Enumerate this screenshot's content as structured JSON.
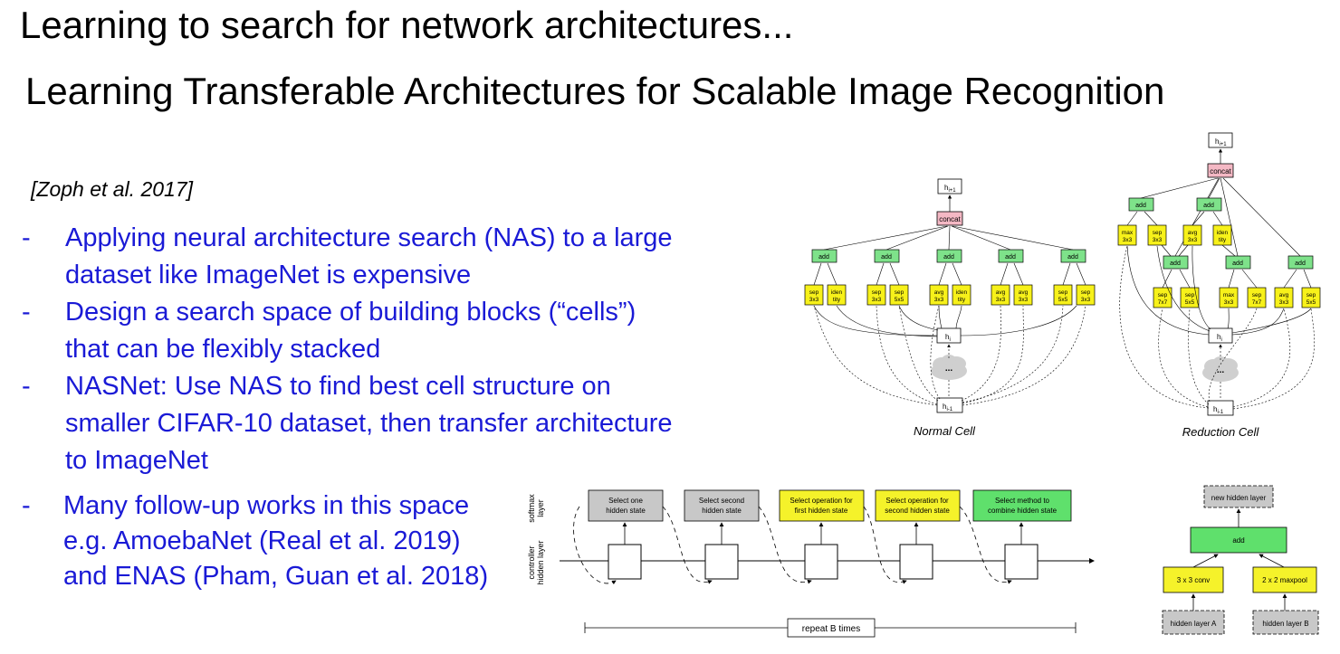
{
  "slide": {
    "title": "Learning to search for network architectures...",
    "paper_title": "Learning Transferable Architectures for Scalable Image Recognition",
    "citation": "[Zoph et al. 2017]",
    "bullets": [
      {
        "dash": "-",
        "text": "Applying neural architecture search (NAS) to a large dataset like ImageNet is expensive"
      },
      {
        "dash": "-",
        "text": "Design a search space of building blocks (“cells”) that can be flexibly stacked"
      },
      {
        "dash": "-",
        "text": "NASNet: Use NAS to find best cell structure on smaller CIFAR-10 dataset, then transfer architecture to ImageNet"
      },
      {
        "dash": "-",
        "text": "Many follow-up works in this space e.g. AmoebaNet (Real et al. 2019) and ENAS (Pham, Guan et al. 2018)"
      }
    ]
  },
  "normal_cell": {
    "caption": "Normal Cell",
    "output": "h",
    "output_sub": "i+1",
    "concat": "concat",
    "add": "add",
    "ops": [
      [
        "sep",
        "3x3"
      ],
      [
        "iden",
        "tity"
      ],
      [
        "sep",
        "3x3"
      ],
      [
        "sep",
        "5x5"
      ],
      [
        "avg",
        "3x3"
      ],
      [
        "iden",
        "tity"
      ],
      [
        "avg",
        "3x3"
      ],
      [
        "avg",
        "3x3"
      ],
      [
        "sep",
        "5x5"
      ],
      [
        "sep",
        "3x3"
      ]
    ],
    "hi": "h",
    "hi_sub": "i",
    "hprev": "h",
    "hprev_sub": "i-1",
    "ellipsis": "..."
  },
  "reduction_cell": {
    "caption": "Reduction Cell",
    "output": "h",
    "output_sub": "i+1",
    "concat": "concat",
    "add": "add",
    "top_ops": [
      [
        "max",
        "3x3"
      ],
      [
        "sep",
        "3x3"
      ],
      [
        "avg",
        "3x3"
      ],
      [
        "iden",
        "tity"
      ]
    ],
    "bottom_ops": [
      [
        "sep",
        "7x7"
      ],
      [
        "sep",
        "5x5"
      ],
      [
        "max",
        "3x3"
      ],
      [
        "sep",
        "7x7"
      ],
      [
        "avg",
        "3x3"
      ],
      [
        "sep",
        "5x5"
      ]
    ],
    "hi": "h",
    "hi_sub": "i",
    "hprev": "h",
    "hprev_sub": "i-1",
    "ellipsis": "..."
  },
  "controller": {
    "softmax_label": [
      "softmax",
      "layer"
    ],
    "hidden_label": [
      "controller",
      "hidden layer"
    ],
    "steps": [
      {
        "lines": [
          "Select one",
          "hidden state"
        ],
        "color": "#c8c8c8"
      },
      {
        "lines": [
          "Select second",
          "hidden state"
        ],
        "color": "#c8c8c8"
      },
      {
        "lines": [
          "Select operation for",
          "first hidden state"
        ],
        "color": "#f5f22a"
      },
      {
        "lines": [
          "Select operation for",
          "second hidden state"
        ],
        "color": "#f5f22a"
      },
      {
        "lines": [
          "Select method to",
          "combine hidden state"
        ],
        "color": "#5fe06c"
      }
    ],
    "repeat": "repeat B times"
  },
  "block": {
    "new_hidden": "new hidden layer",
    "add": "add",
    "conv": "3 x 3 conv",
    "pool": "2 x 2 maxpool",
    "input_a": "hidden layer A",
    "input_b": "hidden layer B"
  },
  "colors": {
    "bullet_text": "#1a1ad6",
    "add_green": "#7ee28a",
    "op_yellow": "#f7f11a",
    "concat_pink": "#f4b8c4",
    "gray": "#c8c8c8",
    "block_green": "#5fe06c",
    "block_yellow": "#f5f22a"
  }
}
